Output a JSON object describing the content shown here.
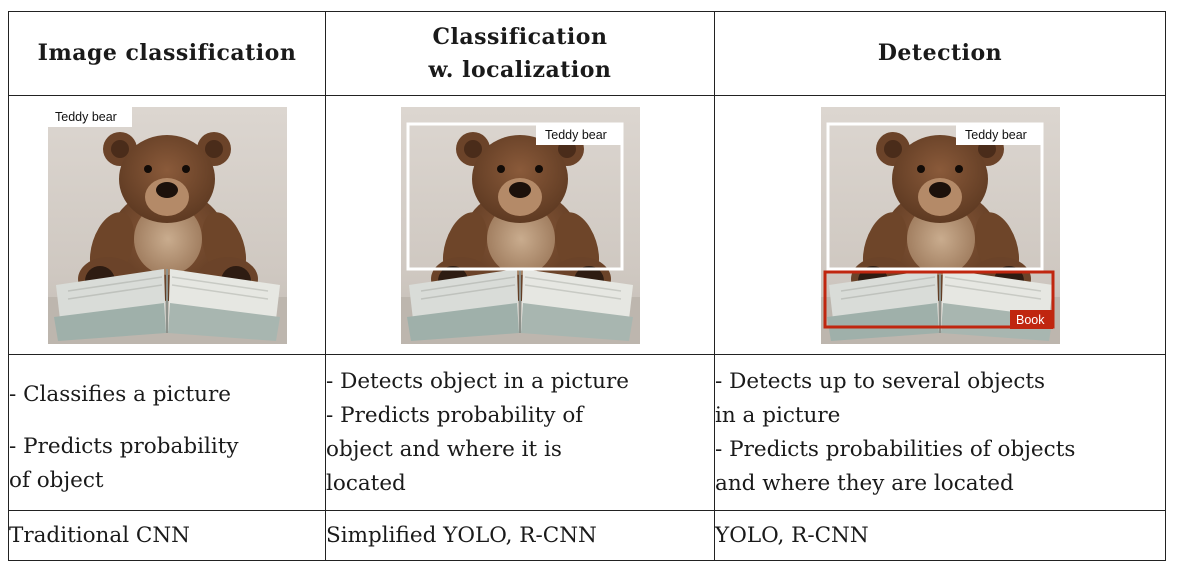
{
  "headers": [
    {
      "lines": [
        "Image classification"
      ]
    },
    {
      "lines": [
        "Classification",
        "w. localization"
      ]
    },
    {
      "lines": [
        "Detection"
      ]
    }
  ],
  "image_labels": {
    "teddy": "Teddy bear",
    "book": "Book"
  },
  "label_colors": {
    "teddy_box": "#ffffff",
    "book_box": "#c0260f"
  },
  "descriptions": [
    {
      "groups": [
        [
          "- Classifies a picture"
        ],
        [
          "- Predicts probability",
          "of object"
        ]
      ]
    },
    {
      "groups": [
        [
          "- Detects object in a picture",
          "- Predicts probability of",
          "object and where it is",
          "located"
        ]
      ]
    },
    {
      "groups": [
        [
          "- Detects up to several objects",
          "in a picture",
          "- Predicts probabilities of objects",
          "and where they are located"
        ]
      ]
    }
  ],
  "models": [
    "Traditional CNN",
    "Simplified YOLO, R-CNN",
    "YOLO, R-CNN"
  ]
}
